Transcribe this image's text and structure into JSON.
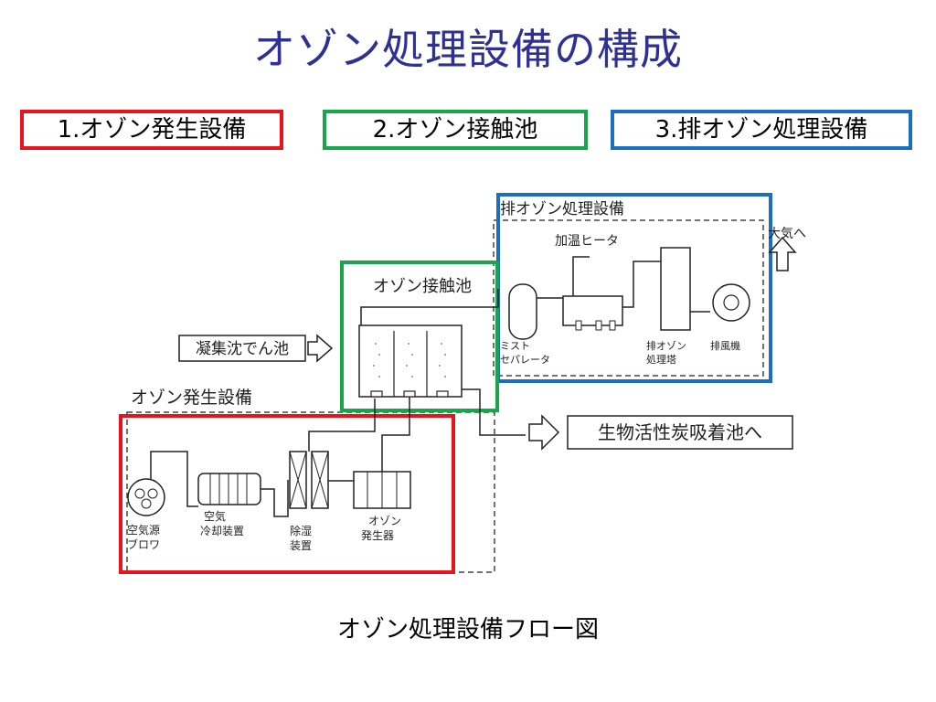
{
  "title": "オゾン処理設備の構成",
  "components": [
    {
      "label": "1.オゾン発生設備",
      "color": "#e8141b"
    },
    {
      "label": "2.オゾン接触池",
      "color": "#17a64a"
    },
    {
      "label": "3.排オゾン処理設備",
      "color": "#1a6fc2"
    }
  ],
  "diagram": {
    "exhaust_section_label": "排オゾン処理設備",
    "heater_label": "加温ヒータ",
    "to_atmosphere_label": "大気へ",
    "contact_tank_label": "オゾン接触池",
    "inflow_label": "凝集沈でん池",
    "mist_separator_label": [
      "ミスト",
      "セパレータ"
    ],
    "exhaust_tower_label": [
      "排オゾン",
      "処理塔"
    ],
    "exhaust_fan_label": "排風機",
    "generation_section_label": "オゾン発生設備",
    "outflow_label": "生物活性炭吸着池へ",
    "air_blower_label": [
      "空気源",
      "ブロワ"
    ],
    "air_cooler_label": [
      "空気",
      "冷却装置"
    ],
    "dehumidifier_label": [
      "除湿",
      "装置"
    ],
    "ozone_generator_label": [
      "オゾン",
      "発生器"
    ]
  },
  "caption": "オゾン処理設備フロー図",
  "colors": {
    "title": "#2e3192",
    "red": "#e8141b",
    "green": "#17a64a",
    "blue": "#1a6fc2"
  }
}
